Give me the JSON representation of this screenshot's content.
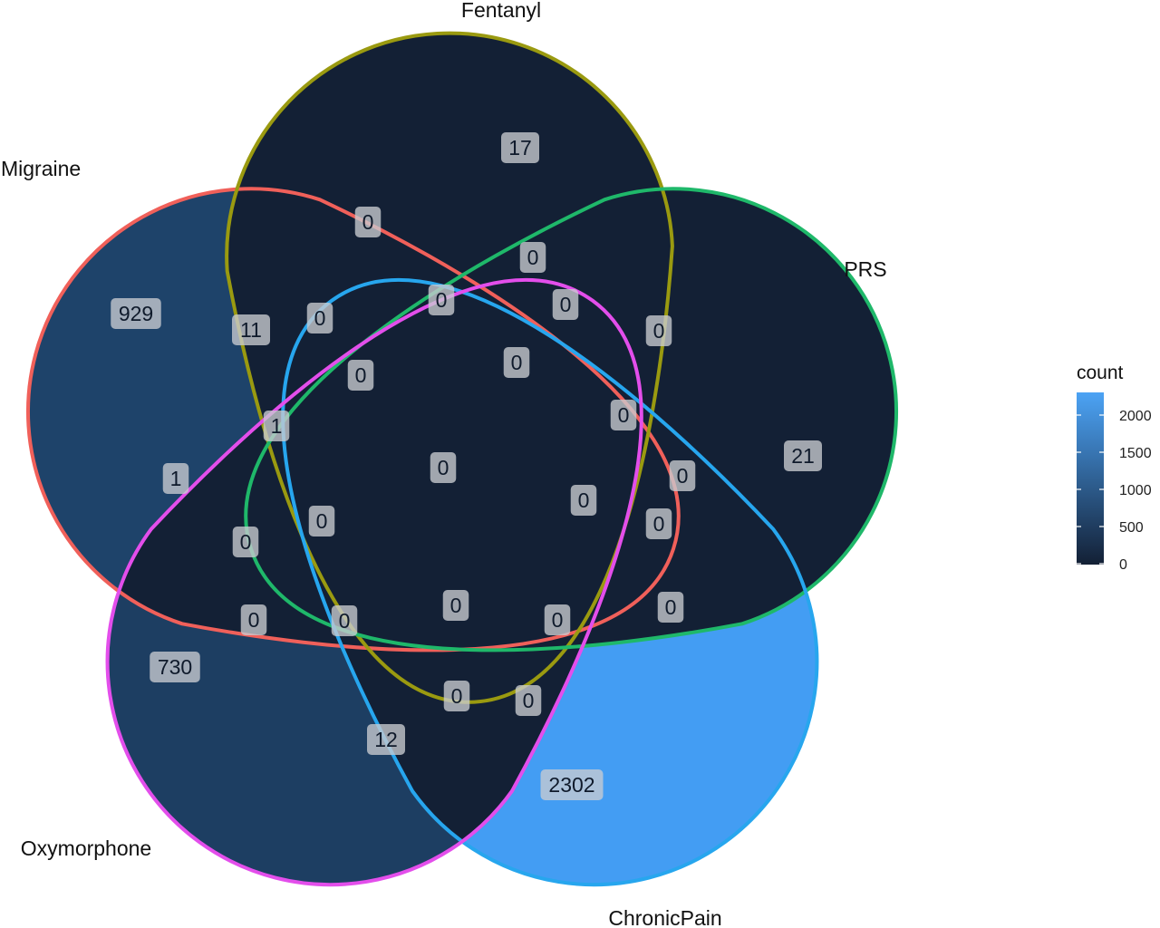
{
  "sets": [
    {
      "id": "migraine",
      "label": "Migraine",
      "color": "#F0605A"
    },
    {
      "id": "fentanyl",
      "label": "Fentanyl",
      "color": "#9A9A10"
    },
    {
      "id": "prs",
      "label": "PRS",
      "color": "#1FB86A"
    },
    {
      "id": "chronicpain",
      "label": "ChronicPain",
      "color": "#27A6EE"
    },
    {
      "id": "oxymorphone",
      "label": "Oxymorphone",
      "color": "#E34EEB"
    }
  ],
  "fills": {
    "background": "#132035",
    "migraine_only": "#1E436A",
    "oxymorphone_only": "#1D3E62",
    "chronicpain_only": "#439DF3"
  },
  "counts": [
    {
      "id": "migraine-only",
      "value": "929"
    },
    {
      "id": "fentanyl-only",
      "value": "17"
    },
    {
      "id": "prs-only",
      "value": "21"
    },
    {
      "id": "chronicpain-only",
      "value": "2302"
    },
    {
      "id": "oxymorphone-only",
      "value": "730"
    },
    {
      "id": "r-0a",
      "value": "0"
    },
    {
      "id": "r-0b",
      "value": "0"
    },
    {
      "id": "r-11",
      "value": "11"
    },
    {
      "id": "r-0c",
      "value": "0"
    },
    {
      "id": "r-0d",
      "value": "0"
    },
    {
      "id": "r-0e",
      "value": "0"
    },
    {
      "id": "r-0f",
      "value": "0"
    },
    {
      "id": "r-0g",
      "value": "0"
    },
    {
      "id": "r-0h",
      "value": "0"
    },
    {
      "id": "r-1a",
      "value": "1"
    },
    {
      "id": "r-1b",
      "value": "1"
    },
    {
      "id": "r-center",
      "value": "0"
    },
    {
      "id": "r-0i",
      "value": "0"
    },
    {
      "id": "r-0j",
      "value": "0"
    },
    {
      "id": "r-0k",
      "value": "0"
    },
    {
      "id": "r-0l",
      "value": "0"
    },
    {
      "id": "r-0m",
      "value": "0"
    },
    {
      "id": "r-0n",
      "value": "0"
    },
    {
      "id": "r-0o",
      "value": "0"
    },
    {
      "id": "r-0p",
      "value": "0"
    },
    {
      "id": "r-0q",
      "value": "0"
    },
    {
      "id": "r-0r",
      "value": "0"
    },
    {
      "id": "r-0s",
      "value": "0"
    },
    {
      "id": "r-0t",
      "value": "0"
    },
    {
      "id": "r-0u",
      "value": "0"
    },
    {
      "id": "r-12",
      "value": "12"
    }
  ],
  "legend": {
    "title": "count",
    "ticks": [
      "2000",
      "1500",
      "1000",
      "500",
      "0"
    ],
    "color_high": "#4CA3F5",
    "color_low": "#132035"
  }
}
